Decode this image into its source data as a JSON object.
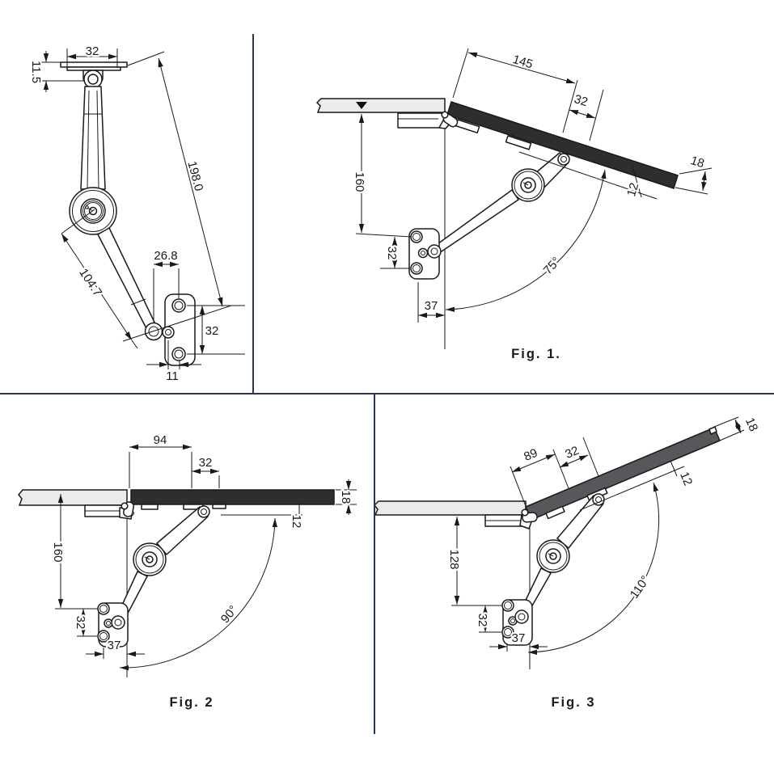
{
  "drawing": {
    "type": "lid-stay hinge mechanism technical drawing",
    "colors": {
      "line": "#1a1a1a",
      "lid_dark": "#2e2e30",
      "lid_medium": "#56585c",
      "panel_fill": "#ebebeb",
      "divider": "#26335a",
      "background": "#ffffff"
    },
    "front_view": {
      "plate_width": "32",
      "pivot_offset": "11.5",
      "overall_length": "198.0",
      "arm_length": "104.7",
      "hole_offset": "26.8",
      "bracket_hole_spacing": "32",
      "bottom_offset": "11"
    },
    "fig1": {
      "caption": "Fig. 1.",
      "open_angle": "75°",
      "lid_length": "145",
      "pivot_from_edge": "32",
      "lid_thickness": "18",
      "pivot_inset": "12",
      "mount_height": "160",
      "bracket_hole_spacing": "32",
      "mount_depth": "37"
    },
    "fig2": {
      "caption": "Fig. 2",
      "open_angle": "90°",
      "lid_length": "94",
      "pivot_from_edge": "32",
      "lid_thickness": "18",
      "pivot_inset": "12",
      "mount_height": "160",
      "bracket_hole_spacing": "32",
      "mount_depth": "37"
    },
    "fig3": {
      "caption": "Fig. 3",
      "open_angle": "110°",
      "lid_length": "89",
      "pivot_from_edge": "32",
      "lid_thickness": "18",
      "pivot_inset": "12",
      "mount_height": "128",
      "bracket_hole_spacing": "32",
      "mount_depth": "37"
    }
  }
}
